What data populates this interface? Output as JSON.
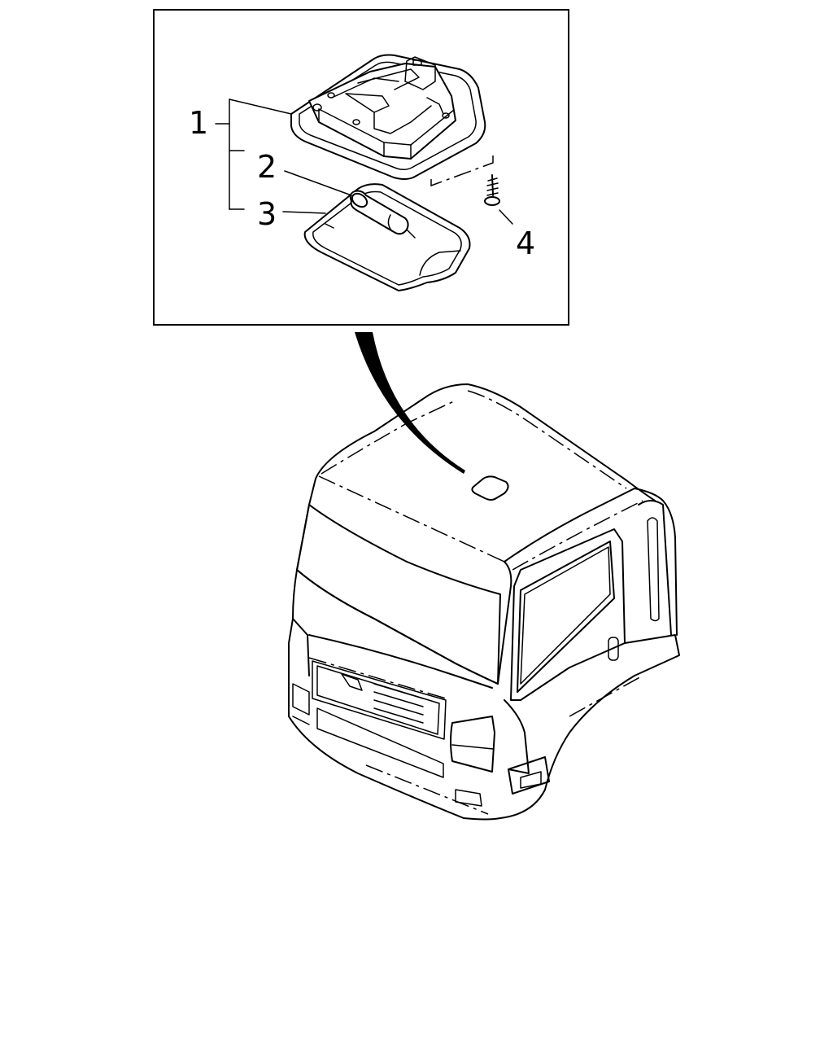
{
  "callouts": [
    {
      "id": "1",
      "label": "1"
    },
    {
      "id": "2",
      "label": "2"
    },
    {
      "id": "3",
      "label": "3"
    },
    {
      "id": "4",
      "label": "4"
    }
  ],
  "parts": {
    "part_1": "room-lamp-assembly",
    "part_2": "bulb",
    "part_3": "lens",
    "part_4": "screw"
  },
  "colors": {
    "line": "#000000",
    "background": "#ffffff"
  }
}
